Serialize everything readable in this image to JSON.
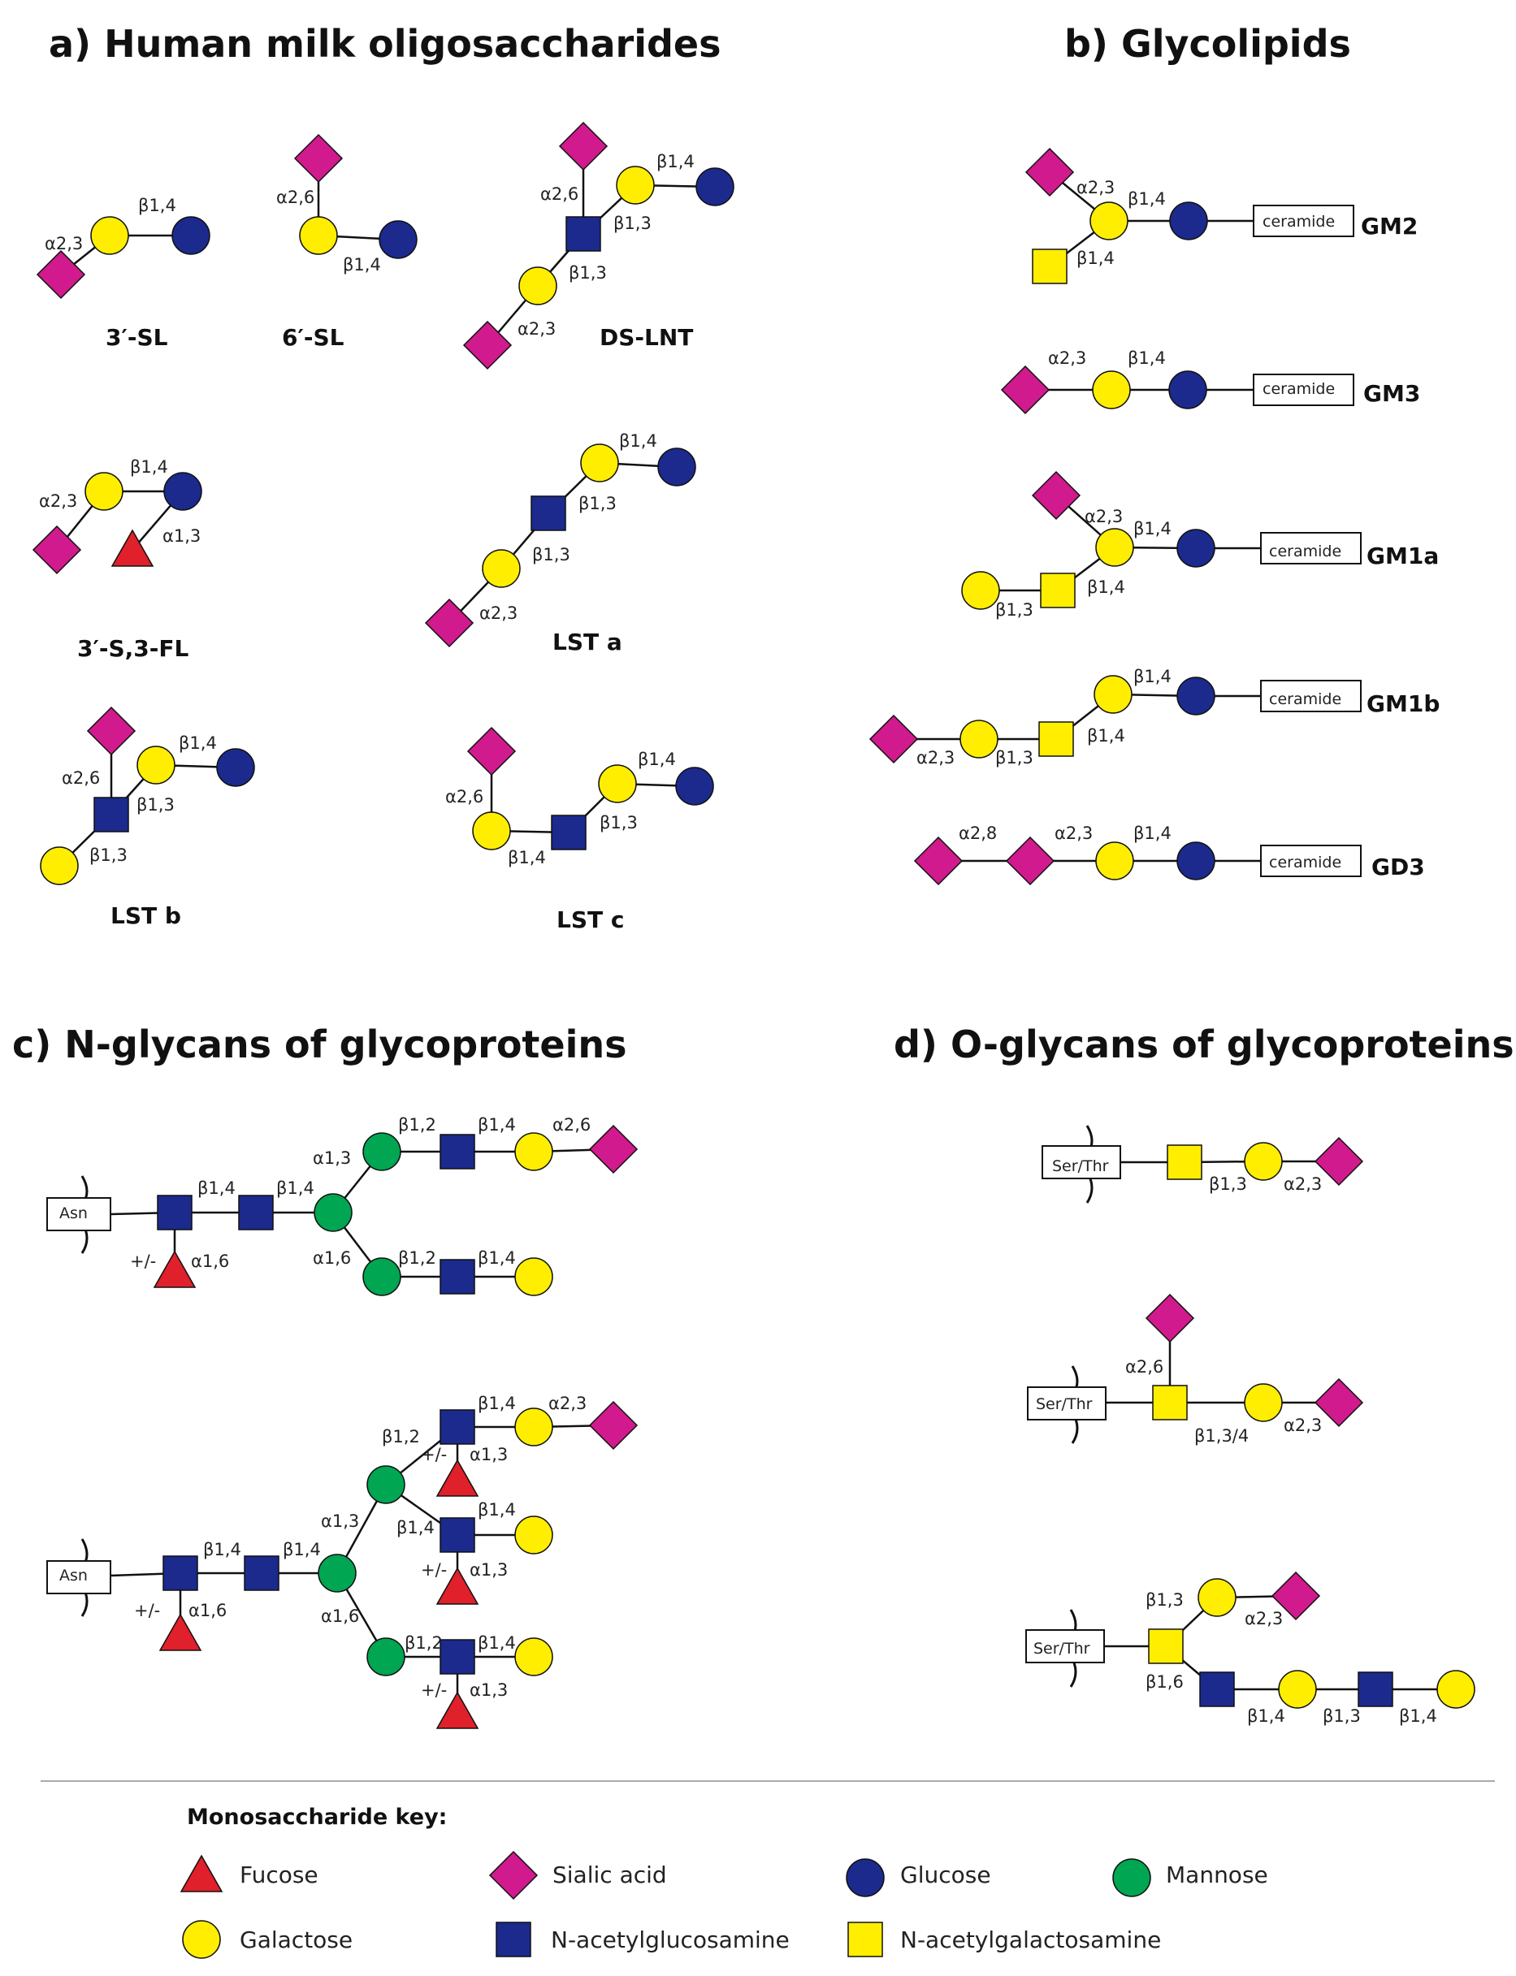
{
  "colors": {
    "galactose": "#ffee00",
    "glucose": "#1b2a8c",
    "sialic_acid": "#d11a8e",
    "fucose": "#e0202a",
    "mannose": "#00a651",
    "glcnac": "#1b2a8c",
    "galnac": "#ffee00"
  },
  "panels": {
    "a": {
      "title": "a) Human milk oligosaccharides"
    },
    "b": {
      "title": "b) Glycolipids"
    },
    "c": {
      "title": "c) N-glycans of  glycoproteins"
    },
    "d": {
      "title": "d) O-glycans of glycoproteins"
    }
  },
  "hmo": {
    "sl3": {
      "name": "3′-SL",
      "links": [
        "α2,3",
        "β1,4"
      ]
    },
    "sl6": {
      "name": "6′-SL",
      "links": [
        "α2,6",
        "β1,4"
      ]
    },
    "dslnt": {
      "name": "DS-LNT",
      "links": [
        "α2,6",
        "β1,4",
        "β1,3",
        "β1,3",
        "α2,3"
      ]
    },
    "s3fl": {
      "name": "3′-S,3-FL",
      "links": [
        "α2,3",
        "β1,4",
        "α1,3"
      ]
    },
    "lsta": {
      "name": "LST a",
      "links": [
        "β1,4",
        "β1,3",
        "β1,3",
        "α2,3"
      ]
    },
    "lstb": {
      "name": "LST b",
      "links": [
        "α2,6",
        "β1,4",
        "β1,3",
        "β1,3"
      ]
    },
    "lstc": {
      "name": "LST c",
      "links": [
        "α2,6",
        "β1,4",
        "β1,3",
        "β1,4"
      ]
    }
  },
  "glycolipids": {
    "ceramide": "ceramide",
    "gm2": {
      "name": "GM2",
      "links": [
        "α2,3",
        "β1,4",
        "β1,4"
      ]
    },
    "gm3": {
      "name": "GM3",
      "links": [
        "α2,3",
        "β1,4"
      ]
    },
    "gm1a": {
      "name": "GM1a",
      "links": [
        "α2,3",
        "β1,4",
        "β1,4",
        "β1,3"
      ]
    },
    "gm1b": {
      "name": "GM1b",
      "links": [
        "β1,4",
        "β1,4",
        "α2,3",
        "β1,3"
      ]
    },
    "gd3": {
      "name": "GD3",
      "links": [
        "α2,8",
        "α2,3",
        "β1,4"
      ]
    }
  },
  "nglycans": {
    "asn": "Asn",
    "g1": {
      "links": [
        "β1,4",
        "β1,4",
        "+/-",
        "α1,6",
        "α1,3",
        "β1,2",
        "β1,4",
        "α2,6",
        "α1,6",
        "β1,2",
        "β1,4"
      ]
    },
    "g2": {
      "links": [
        "β1,4",
        "β1,4",
        "+/-",
        "α1,6",
        "α1,3",
        "β1,2",
        "β1,4",
        "α2,3",
        "+/-",
        "α1,3",
        "β1,4",
        "β1,4",
        "+/-",
        "α1,3",
        "α1,6",
        "β1,2",
        "β1,4",
        "+/-",
        "α1,3"
      ]
    }
  },
  "oglycans": {
    "serthr": "Ser/Thr",
    "o1": {
      "links": [
        "β1,3",
        "α2,3"
      ]
    },
    "o2": {
      "links": [
        "α2,6",
        "β1,3/4",
        "α2,3"
      ]
    },
    "o3": {
      "links": [
        "β1,3",
        "α2,3",
        "β1,6",
        "β1,4",
        "β1,3",
        "β1,4"
      ]
    }
  },
  "key": {
    "heading": "Monosaccharide key:",
    "fucose": "Fucose",
    "sialic_acid": "Sialic acid",
    "glucose": "Glucose",
    "mannose": "Mannose",
    "galactose": "Galactose",
    "glcnac": "N-acetylglucosamine",
    "galnac": "N-acetylgalactosamine"
  }
}
